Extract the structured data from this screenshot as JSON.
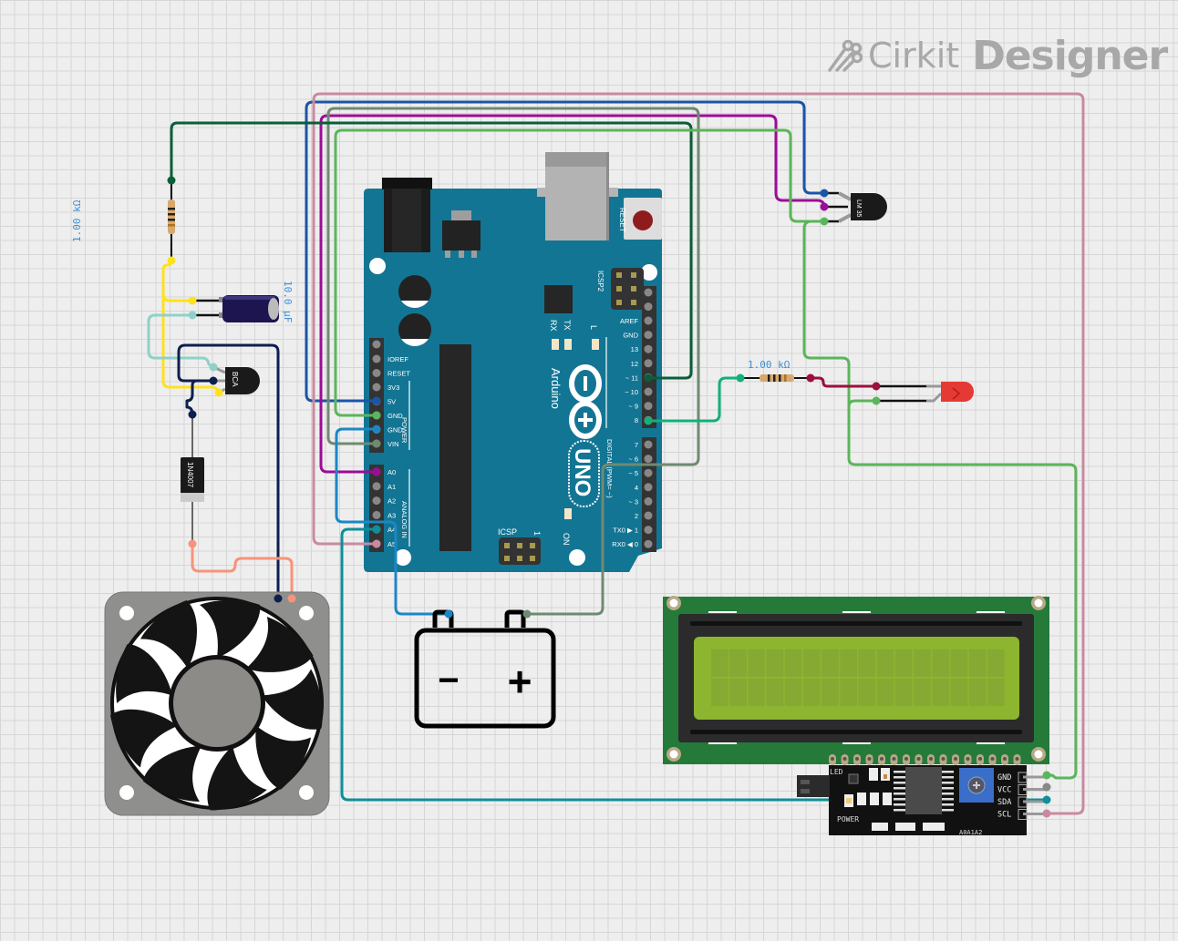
{
  "app": {
    "logo_light": "Cirkit",
    "logo_bold": "Designer"
  },
  "components": {
    "arduino": {
      "name": "Arduino UNO",
      "brand": "Arduino",
      "model": "UNO",
      "reset_label": "RESET",
      "icsp_label": "ICSP",
      "icsp2_label": "ICSP2",
      "icsp_pin1": "1",
      "led_labels": [
        "RX",
        "TX",
        "L"
      ],
      "on_label": "ON",
      "power_header_title": "POWER",
      "analog_header_title": "ANALOG IN",
      "digital_header_title": "DIGITAL (PWM= ~)",
      "power_pins": [
        "IOREF",
        "RESET",
        "3V3",
        "5V",
        "GND",
        "GND",
        "VIN"
      ],
      "analog_pins": [
        "A0",
        "A1",
        "A2",
        "A3",
        "A4",
        "A5"
      ],
      "digital_pins_top": [
        "AREF",
        "GND",
        "13",
        "12",
        "~ 11",
        "~ 10",
        "~ 9",
        "8"
      ],
      "digital_pins_bottom": [
        "7",
        "~ 6",
        "~ 5",
        "4",
        "~ 3",
        "2",
        "TX0 ▶ 1",
        "RX0 ◀ 0"
      ]
    },
    "resistor_1": {
      "value": "1.00 kΩ"
    },
    "resistor_2": {
      "value": "1.00 kΩ"
    },
    "capacitor": {
      "value": "10.0 µF"
    },
    "transistor": {
      "label": "BCA"
    },
    "diode": {
      "label": "1N4007"
    },
    "temp_sensor": {
      "label": "LM 35"
    },
    "led": {
      "color": "#e53935"
    },
    "battery": {
      "minus": "−",
      "plus": "+"
    },
    "lcd_i2c": {
      "pin_labels": [
        "GND",
        "VCC",
        "SDA",
        "SCL"
      ],
      "led_label": "LED",
      "power_label": "POWER",
      "addr_label": "A0A1A2"
    },
    "fan": {
      "name": "DC Fan"
    }
  },
  "colors": {
    "wire_blue": "#1a55a8",
    "wire_pink": "#c98aa0",
    "wire_magenta": "#9c0c96",
    "wire_gray": "#6f8a72",
    "wire_darkgreen": "#0b5e3a",
    "wire_green": "#5bb55a",
    "wire_teal": "#0e8f99",
    "wire_sky": "#1b87c6",
    "wire_mint": "#13b07a",
    "wire_maroon": "#9c0f3f",
    "wire_yellow": "#ffe21a",
    "wire_aqua": "#8fd1c8",
    "wire_navy": "#0d1f4e",
    "wire_salmon": "#f7937a",
    "board": "#137594",
    "lcd_pcb": "#257a3a",
    "lcd_screen": "#8db52f"
  }
}
